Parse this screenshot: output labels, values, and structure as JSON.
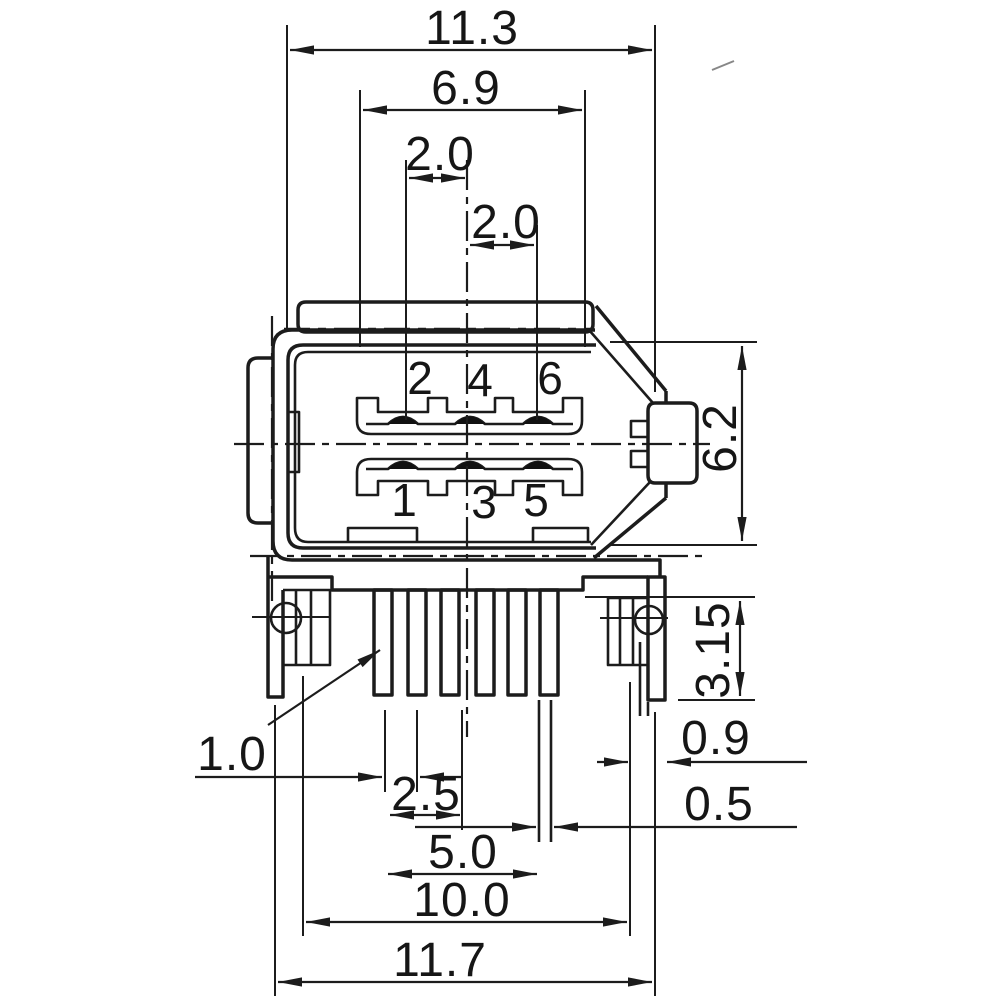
{
  "drawing": {
    "title": "6-pin connector dimension drawing",
    "ink_color": "#1c1c1c",
    "background_color": "#ffffff",
    "dims": {
      "top_width": "11.3",
      "shell_width": "6.9",
      "contact_pitch_left": "2.0",
      "contact_pitch_right": "2.0",
      "body_height": "6.2",
      "leg_length": "3.15",
      "pin_width": "1.0",
      "pin_pitch": "2.5",
      "pin_span": "5.0",
      "leg_span": "10.0",
      "bottom_width": "11.7",
      "leg_tail_width": "0.9",
      "pin_tip_width": "0.5"
    },
    "pin_numbers": {
      "p1": "1",
      "p2": "2",
      "p3": "3",
      "p4": "4",
      "p5": "5",
      "p6": "6"
    }
  }
}
